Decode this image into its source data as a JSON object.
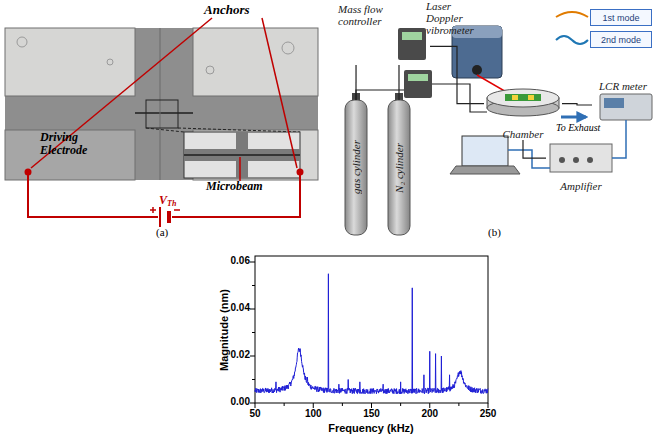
{
  "diagram": {
    "nodes": [
      {
        "text": [
          "Mass flow controller"
        ]
      },
      {
        "text": [
          "Laser Doppler vibrometer"
        ]
      },
      {
        "text": [
          "1st mode"
        ]
      },
      {
        "text": [
          "2nd mode"
        ]
      },
      {
        "text": [
          "LCR meter"
        ]
      },
      {
        "text": [
          "gas cylinder"
        ]
      },
      {
        "text": [
          "N₂ cylinder"
        ]
      },
      {
        "text": [
          "Chamber"
        ]
      },
      {
        "text": [
          "Amplifier"
        ]
      }
    ],
    "edges": [
      {
        "from": 5,
        "to": 0,
        "arrow": "none"
      },
      {
        "from": 6,
        "to": 0,
        "arrow": "none"
      },
      {
        "from": 0,
        "to": 7,
        "arrow": "none"
      },
      {
        "from": 8,
        "to": 7,
        "arrow": "none"
      },
      {
        "from": 7,
        "to": 4,
        "arrow": "none"
      }
    ],
    "labels": [
      "Anchors",
      "Driving Electrode",
      "Microbeam",
      "V",
      "Th",
      "(a)",
      "To Exhaust",
      "(b)",
      "0.00",
      "0.02",
      "0.04",
      "0.06",
      "50",
      "100",
      "150",
      "200",
      "250",
      "Magnitude (nm)",
      "Frequency (kHz)"
    ]
  }
}
